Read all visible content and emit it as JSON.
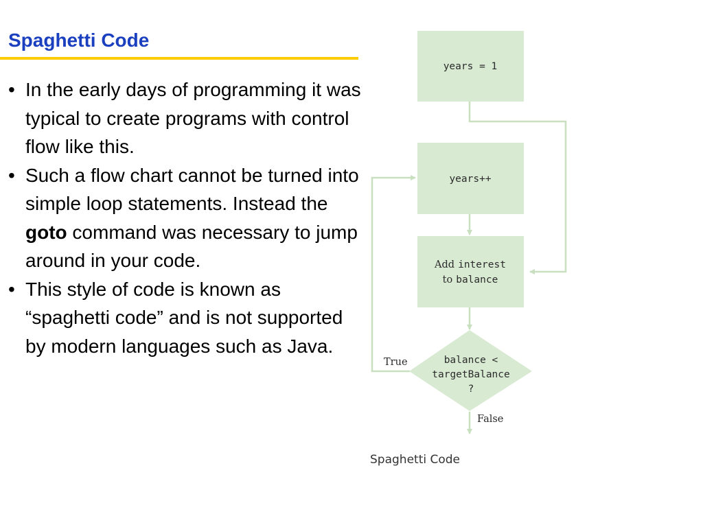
{
  "slide": {
    "title": "Spaghetti Code",
    "colors": {
      "title": "#1a3fbf",
      "rule": "#ffcc00",
      "box_fill": "#d9ead3",
      "connector": "#c8e0c0"
    },
    "bullets": [
      {
        "text": "In the early days of programming it was typical to create programs with control flow like this."
      },
      {
        "text_before": "Such a flow chart cannot be turned into simple loop statements.  Instead the ",
        "bold": "goto",
        "text_after": " command was necessary to jump around in your code."
      },
      {
        "text": "This style of code is known as “spaghetti code” and is not supported by modern languages such as Java."
      }
    ],
    "bullet_symbol": "•"
  },
  "flowchart": {
    "box1": "years = 1",
    "box2": "years++",
    "box3": {
      "word1": "Add",
      "code1": "interest",
      "word2": "to",
      "code2": "balance"
    },
    "decision": {
      "line1": "balance <",
      "line2": "targetBalance",
      "line3": "?"
    },
    "true_label": "True",
    "false_label": "False",
    "caption": "Spaghetti Code"
  }
}
